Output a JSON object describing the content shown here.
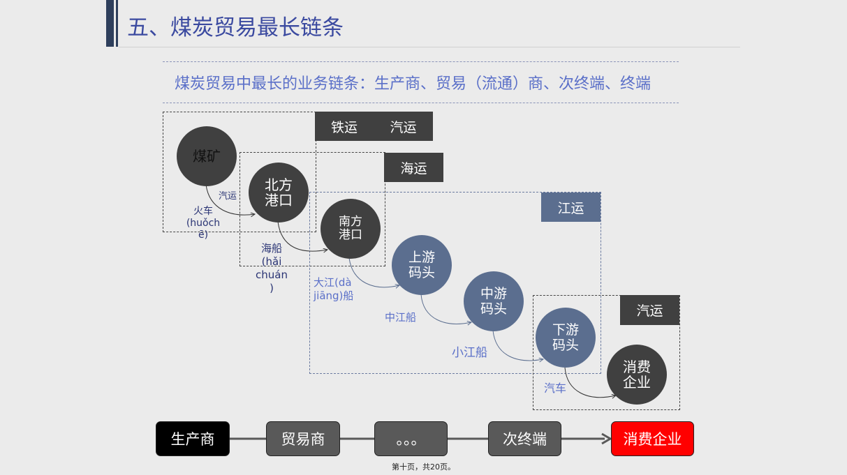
{
  "title": "五、煤炭贸易最长链条",
  "subtitle": "煤炭贸易中最长的业务链条：生产商、贸易（流通）商、次终端、终端",
  "tags": {
    "rail": "铁运",
    "road_top": "汽运",
    "sea": "海运",
    "river": "江运",
    "road_bottom": "汽运"
  },
  "circles": {
    "mine": "煤矿",
    "north_port": "北方\n港口",
    "south_port": "南方\n港口",
    "upstream": "上游\n码头",
    "midstream": "中游\n码头",
    "downstream": "下游\n码头",
    "consumer": "消费\n企业"
  },
  "edge_labels": {
    "truck": "汽运",
    "train": "火车\n(huǒch\nē)",
    "ship": "海船\n(hǎi\nchuán\n)",
    "big_river": "大江(dà\njiāng)船",
    "mid_river": "中江船",
    "small_river": "小江船",
    "car": "汽车"
  },
  "chain": [
    "生产商",
    "贸易商",
    "。。。",
    "次终端",
    "消费企业"
  ],
  "footer": "第十页，共20页。",
  "colors": {
    "title": "#3b4aa0",
    "subtitle": "#5a6fc8",
    "dark": "#404040",
    "blue": "#5b6e8f",
    "red": "#ff0000"
  }
}
